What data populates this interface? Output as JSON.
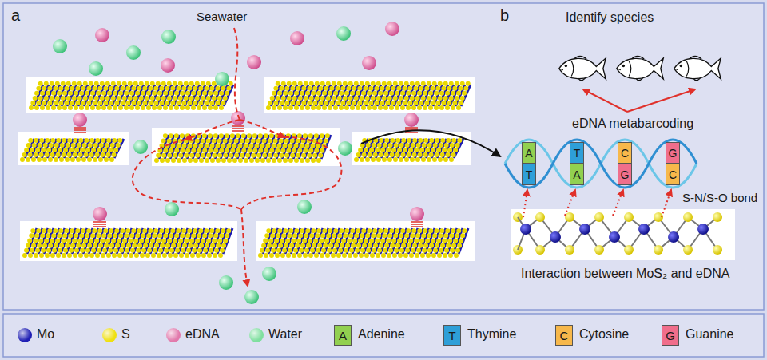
{
  "diagram": {
    "nodes": [
      {
        "text": [
          "A"
        ]
      },
      {
        "text": [
          "T"
        ]
      },
      {
        "text": [
          "C"
        ]
      },
      {
        "text": [
          "G"
        ]
      },
      {
        "text": [
          "T"
        ]
      },
      {
        "text": [
          "A"
        ]
      },
      {
        "text": [
          "G"
        ]
      },
      {
        "text": [
          "C"
        ]
      }
    ],
    "labels": [
      "a",
      "Seawater",
      "b",
      "Identify species",
      "eDNA metabarcoding",
      "S-N/S-O bond",
      "Interaction between MoS₂ and eDNA",
      "A",
      "T",
      "C",
      "G"
    ],
    "legend": [
      {
        "text": "Mo",
        "color": "#1f1fb4"
      },
      {
        "text": "S",
        "color": "#efe010"
      },
      {
        "text": "eDNA",
        "color": "#e27aac"
      },
      {
        "text": "Water",
        "color": "#7fdf9f"
      },
      {
        "text": "Adenine",
        "color": "#92d050"
      },
      {
        "text": "Thymine",
        "color": "#2e9fd8"
      },
      {
        "text": "Cytosine",
        "color": "#f7b84b"
      },
      {
        "text": "Guanine",
        "color": "#f06e8b"
      }
    ]
  }
}
